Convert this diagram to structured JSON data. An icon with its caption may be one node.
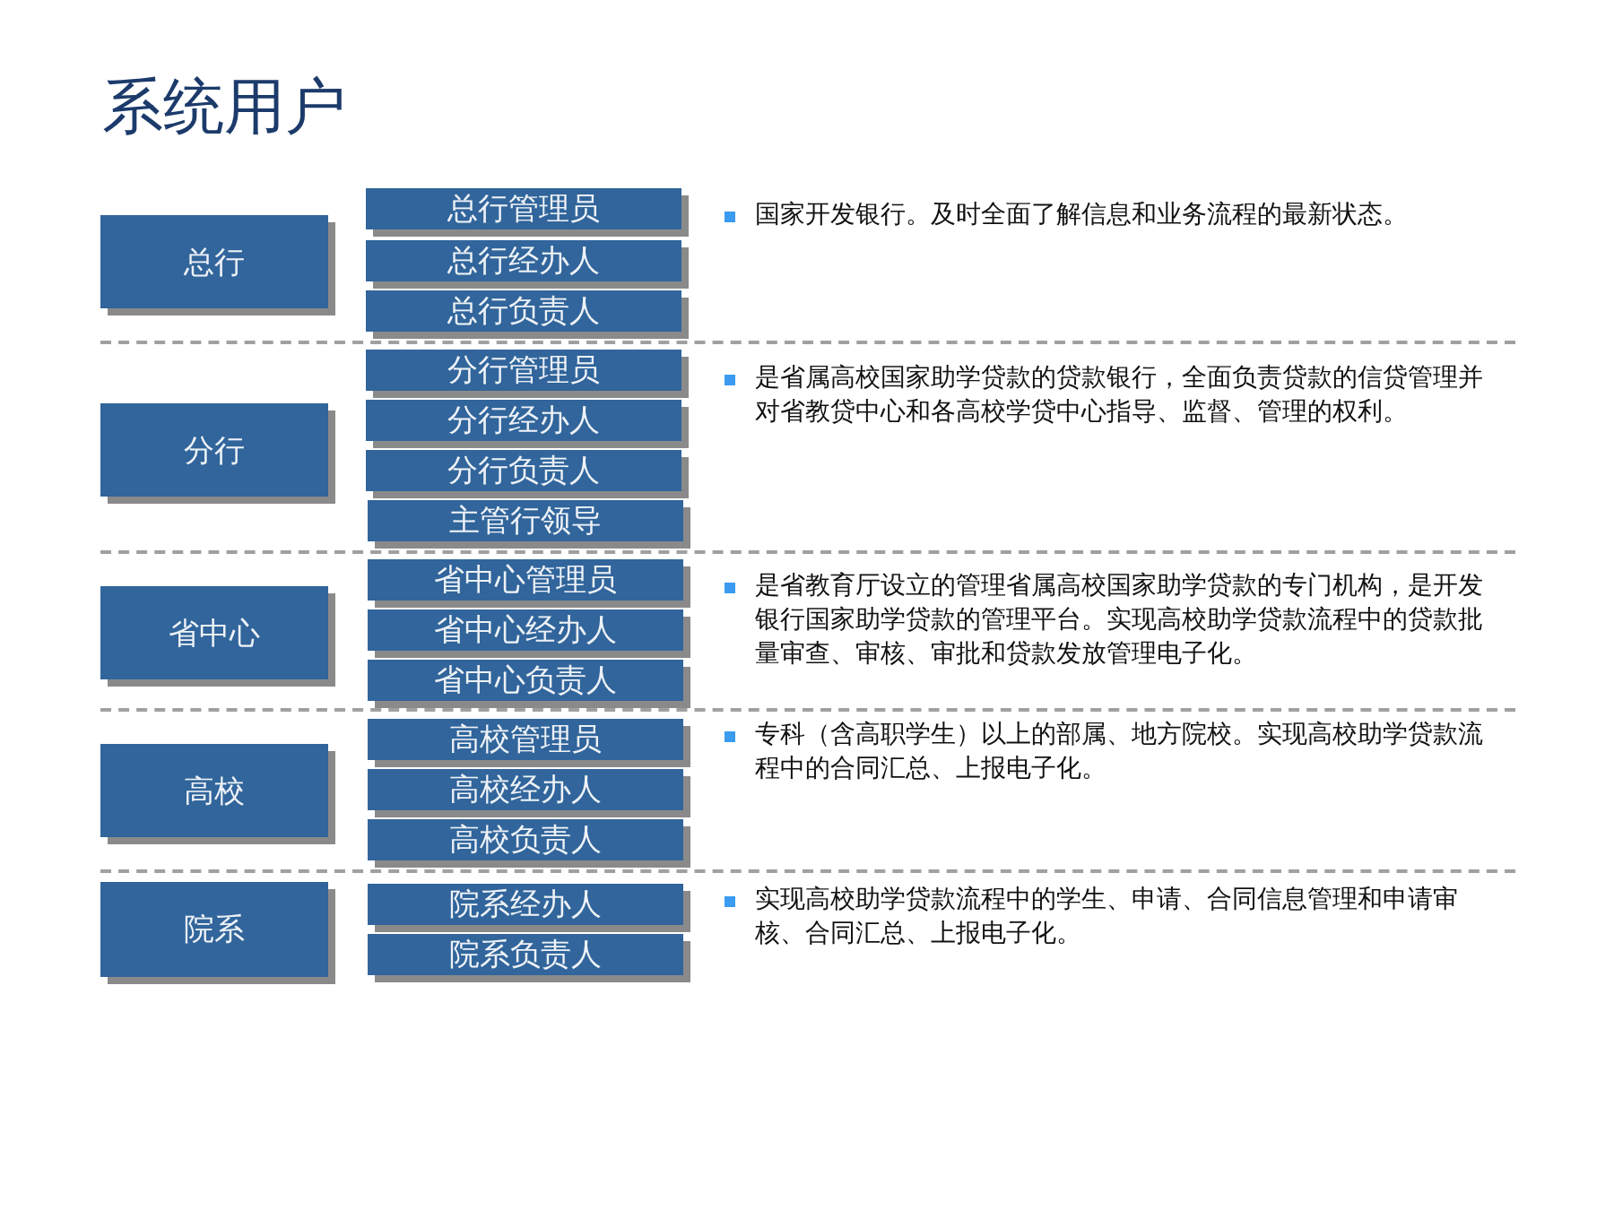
{
  "diagram": {
    "title": "系统用户",
    "nodes": [
      {
        "text": [
          "总行"
        ]
      },
      {
        "text": [
          "总行管理员"
        ]
      },
      {
        "text": [
          "总行经办人"
        ]
      },
      {
        "text": [
          "总行负责人"
        ]
      },
      {
        "text": [
          "分行"
        ]
      },
      {
        "text": [
          "分行管理员"
        ]
      },
      {
        "text": [
          "分行经办人"
        ]
      },
      {
        "text": [
          "分行负责人"
        ]
      },
      {
        "text": [
          "主管行领导"
        ]
      },
      {
        "text": [
          "省中心"
        ]
      },
      {
        "text": [
          "省中心管理员"
        ]
      },
      {
        "text": [
          "省中心经办人"
        ]
      },
      {
        "text": [
          "省中心负责人"
        ]
      },
      {
        "text": [
          "高校"
        ]
      },
      {
        "text": [
          "高校管理员"
        ]
      },
      {
        "text": [
          "高校经办人"
        ]
      },
      {
        "text": [
          "高校负责人"
        ]
      },
      {
        "text": [
          "院系"
        ]
      },
      {
        "text": [
          "院系经办人"
        ]
      },
      {
        "text": [
          "院系负责人"
        ]
      }
    ],
    "labels": [
      "国家开发银行。及时全面了解信息和业务流程的最新状态。",
      "是省属高校国家助学贷款的贷款银行，全面负责贷款的信贷管理并对省教贷中心和各高校学贷中心指导、监督、管理的权利。",
      "是省教育厅设立的管理省属高校国家助学贷款的专门机构，是开发银行国家助学贷款的管理平台。实现高校助学贷款流程中的贷款批量审查、审核、审批和贷款发放管理电子化。",
      "专科（含高职学生）以上的部属、地方院校。实现高校助学贷款流程中的合同汇总、上报电子化。",
      "实现高校助学贷款流程中的学生、申请、合同信息管理和申请审核、合同汇总、上报电子化。"
    ]
  }
}
